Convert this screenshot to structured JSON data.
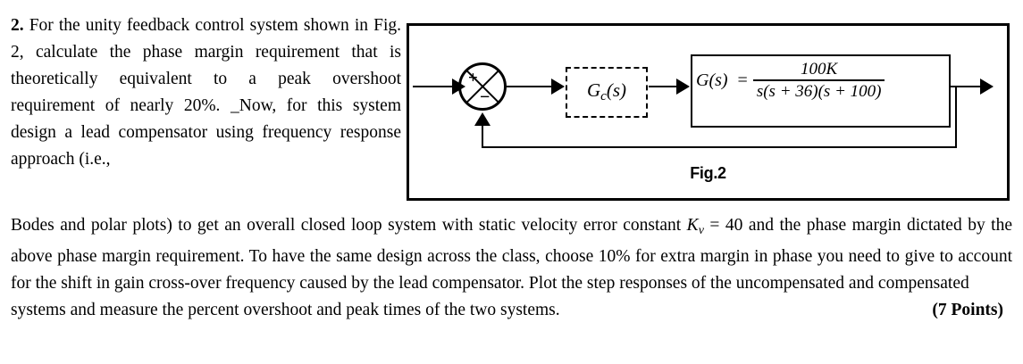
{
  "question": {
    "number": "2.",
    "intro_paragraph": "For the unity feedback control system shown in Fig. 2, calculate the phase margin requirement that is theoretically equivalent to a peak overshoot requirement of nearly 20%. _Now, for this system design a lead compensator using frequency response approach (i.e.,",
    "continuation_part_1": "Bodes and polar plots) to get an overall closed loop system with static velocity error constant ",
    "kv_symbol": "K",
    "kv_subscript": "v",
    "continuation_part_2": " = 40 and the phase margin dictated by the above phase margin requirement. To have the same design across the class, choose 10% for extra margin in phase you need to give to account for the shift in gain cross-over frequency caused by the lead compensator. Plot the step responses of the uncompensated and compensated",
    "final_line": "systems and measure the percent overshoot and peak times of the two systems.",
    "points_label": "(7 Points)"
  },
  "figure": {
    "caption": "Fig.2",
    "summing_junction": {
      "plus_sign": "+",
      "minus_sign": "−"
    },
    "compensator_block": {
      "label_main": "G",
      "label_subscript": "c",
      "label_arg": "(s)"
    },
    "plant_block": {
      "lhs": "G(s)",
      "equals": "=",
      "numerator": "100K",
      "denominator": "s(s + 36)(s + 100)"
    }
  }
}
